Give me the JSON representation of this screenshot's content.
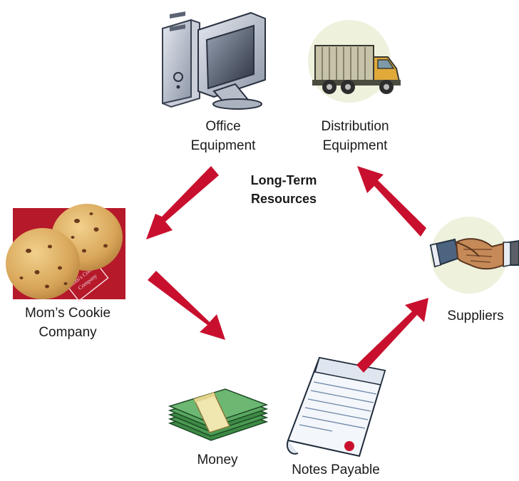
{
  "center": {
    "line1": "Long-Term",
    "line2": "Resources"
  },
  "nodes": {
    "office": {
      "line1": "Office",
      "line2": "Equipment",
      "icon": "computer-icon"
    },
    "distribution": {
      "line1": "Distribution",
      "line2": "Equipment",
      "icon": "truck-icon"
    },
    "suppliers": {
      "line1": "Suppliers",
      "icon": "handshake-icon"
    },
    "notes": {
      "line1": "Notes Payable",
      "icon": "promissory-note-icon"
    },
    "money": {
      "line1": "Money",
      "icon": "money-stack-icon"
    },
    "company": {
      "line1": "Mom’s Cookie",
      "line2": "Company",
      "icon": "cookie-box-icon",
      "logo_text": "Mom's Cookie Company"
    }
  },
  "colors": {
    "arrow": "#c8102e",
    "cookie": "#d7a85c",
    "box": "#b5192a",
    "money": "#3d8a45",
    "circle_bg": "#eef1dc"
  }
}
